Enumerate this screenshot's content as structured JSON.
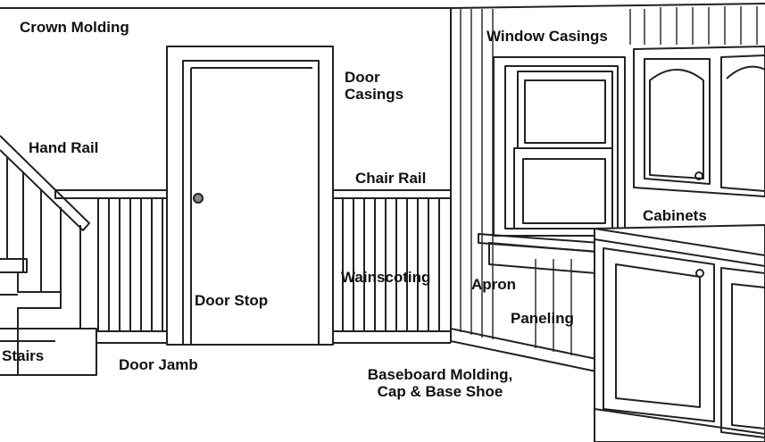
{
  "labels": {
    "crown_molding": "Crown Molding",
    "door_casings_1": "Door",
    "door_casings_2": "Casings",
    "window_casings": "Window Casings",
    "hand_rail": "Hand Rail",
    "chair_rail": "Chair Rail",
    "cabinets": "Cabinets",
    "wainscoting": "Wainscoting",
    "apron": "Apron",
    "door_stop": "Door Stop",
    "paneling": "Paneling",
    "stairs": "Stairs",
    "door_jamb": "Door Jamb",
    "baseboard_1": "Baseboard Molding,",
    "baseboard_2": "Cap & Base Shoe"
  }
}
